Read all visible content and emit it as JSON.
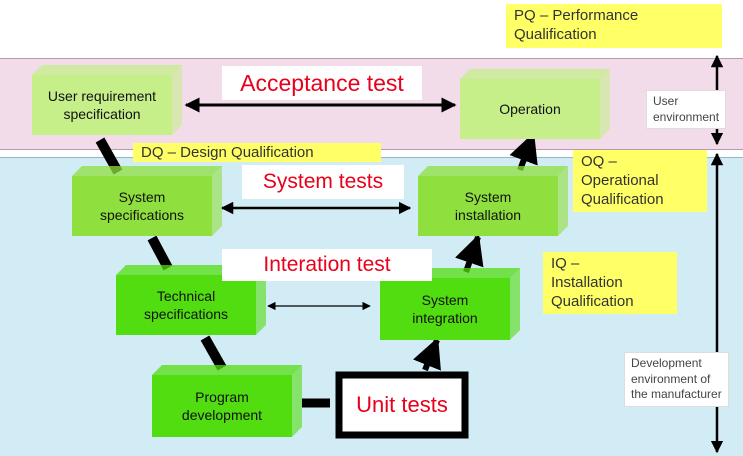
{
  "pq_label": "PQ – Performance\nQualification",
  "oq_label": "OQ –\nOperational\nQualification",
  "iq_label": "IQ –\nInstallation\nQualification",
  "dq_label": "DQ – Design Qualification",
  "user_env_label": "User\nenvironment",
  "dev_env_label": "Development\nenvironment of\nthe manufacturer",
  "tests": {
    "acceptance": "Acceptance test",
    "system": "System tests",
    "integration": "Interation test",
    "unit": "Unit tests"
  },
  "boxes": {
    "user_req": [
      "User requirement",
      "specification"
    ],
    "operation": [
      "Operation"
    ],
    "system_spec": [
      "System",
      "specifications"
    ],
    "system_install": [
      "System",
      "installation"
    ],
    "tech_spec": [
      "Technical",
      "specifications"
    ],
    "system_integ": [
      "System",
      "integration"
    ],
    "program_dev": [
      "Program",
      "development"
    ]
  },
  "colors": {
    "user_band": "#f3dcea",
    "dev_band": "#d2ecf6",
    "label_red": "#e8001c",
    "yellow": "#ffff66",
    "green_light": "#c6ef8a",
    "green_mid": "#8fe03e",
    "green_bright": "#52dd10"
  }
}
